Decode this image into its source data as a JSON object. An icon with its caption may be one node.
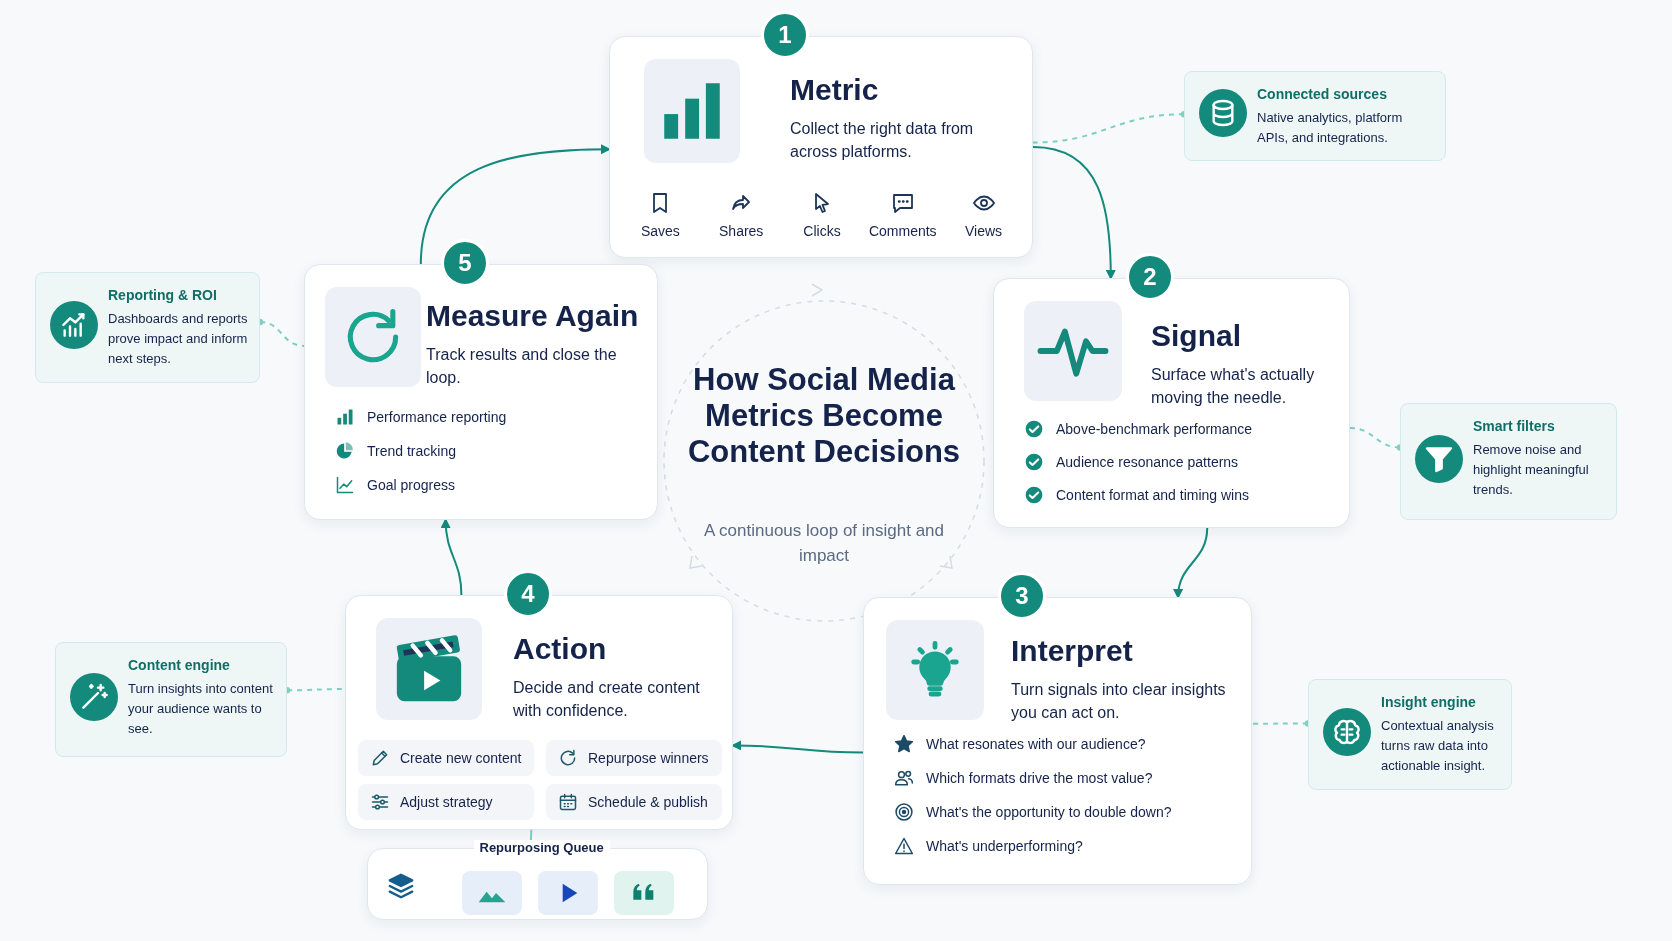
{
  "diagram": {
    "title": "How Social Media Metrics Become Content Decisions",
    "caption": "A continuous loop of insight and impact",
    "nodes": [
      {
        "text": [
          "1",
          "Metric",
          "Collect the right data from across platforms.",
          "Saves",
          "Shares",
          "Clicks",
          "Comments",
          "Views"
        ]
      },
      {
        "text": [
          "Connected sources",
          "Native analytics, platform APIs, and integrations."
        ]
      },
      {
        "text": [
          "2",
          "Signal",
          "Surface what's actually moving the needle.",
          "Above-benchmark performance",
          "Audience resonance patterns",
          "Content format and timing wins"
        ]
      },
      {
        "text": [
          "Smart filters",
          "Remove noise and highlight meaningful trends."
        ]
      },
      {
        "text": [
          "3",
          "Interpret",
          "Turn signals into clear insights you can act on.",
          "What resonates with our audience?",
          "Which formats drive the most value?",
          "What's the opportunity to double down?",
          "What's underperforming?"
        ]
      },
      {
        "text": [
          "Insight engine",
          "Contextual analysis turns raw data into actionable insight."
        ]
      },
      {
        "text": [
          "4",
          "Action",
          "Decide and create content with confidence.",
          "Create new content",
          "Repurpose winners",
          "Adjust strategy",
          "Schedule & publish"
        ]
      },
      {
        "text": [
          "Content engine",
          "Turn insights into content your audience wants to see."
        ]
      },
      {
        "text": [
          "Repurposing Queue"
        ]
      },
      {
        "text": [
          "5",
          "Measure Again",
          "Track results and close the loop.",
          "Performance reporting",
          "Trend tracking",
          "Goal progress"
        ]
      },
      {
        "text": [
          "Reporting & ROI",
          "Dashboards and reports prove impact and inform next steps."
        ]
      }
    ],
    "edges": [
      {
        "from": 0,
        "to": 2,
        "arrow": "to",
        "color": "#138a7c"
      },
      {
        "from": 2,
        "to": 4,
        "arrow": "to",
        "color": "#138a7c"
      },
      {
        "from": 4,
        "to": 6,
        "arrow": "to",
        "color": "#138a7c"
      },
      {
        "from": 6,
        "to": 9,
        "arrow": "to",
        "color": "#138a7c"
      },
      {
        "from": 9,
        "to": 0,
        "arrow": "to",
        "color": "#138a7c"
      },
      {
        "from": 1,
        "to": 0,
        "arrow": "other",
        "style": "dashed"
      },
      {
        "from": 3,
        "to": 2,
        "arrow": "other",
        "style": "dashed"
      },
      {
        "from": 5,
        "to": 4,
        "arrow": "other",
        "style": "dashed"
      },
      {
        "from": 7,
        "to": 6,
        "arrow": "other",
        "style": "dashed"
      },
      {
        "from": 10,
        "to": 9,
        "arrow": "other",
        "style": "dashed"
      },
      {
        "from": 8,
        "to": 6,
        "arrow": "other"
      }
    ]
  }
}
